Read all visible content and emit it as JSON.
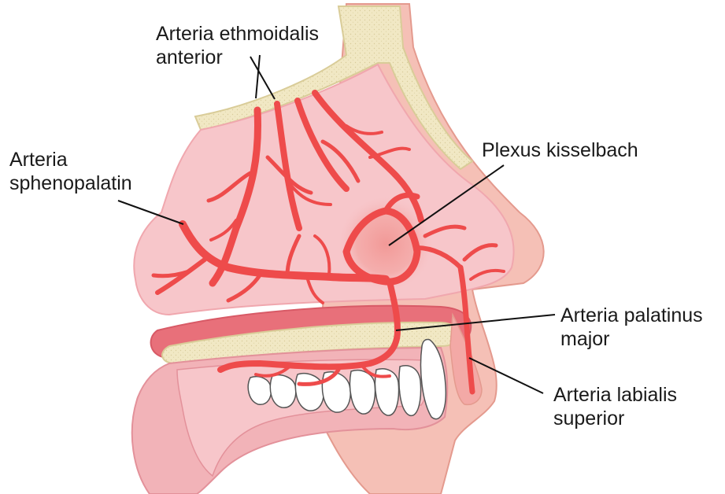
{
  "labels": {
    "ethmoidalis": {
      "line1": "Arteria ethmoidalis",
      "line2": "anterior"
    },
    "sphenopalatin": {
      "line1": "Arteria",
      "line2": "sphenopalatin"
    },
    "kisselbach": {
      "line1": "Plexus kisselbach"
    },
    "palatinus": {
      "line1": "Arteria palatinus",
      "line2": "major"
    },
    "labialis": {
      "line1": "Arteria labialis",
      "line2": "superior"
    }
  },
  "colors": {
    "artery": "#ee4b4b",
    "mucosa": "#f7c6ca",
    "mucosa_dark": "#f0a7ae",
    "skin": "#f5c0b6",
    "skin_edge": "#e49a8e",
    "bone": "#f1e8c4",
    "bone_edge": "#d9cc98",
    "plexus": "#f08a86",
    "palate": "#e8707a",
    "teeth": "#ffffff",
    "leader": "#111111"
  }
}
